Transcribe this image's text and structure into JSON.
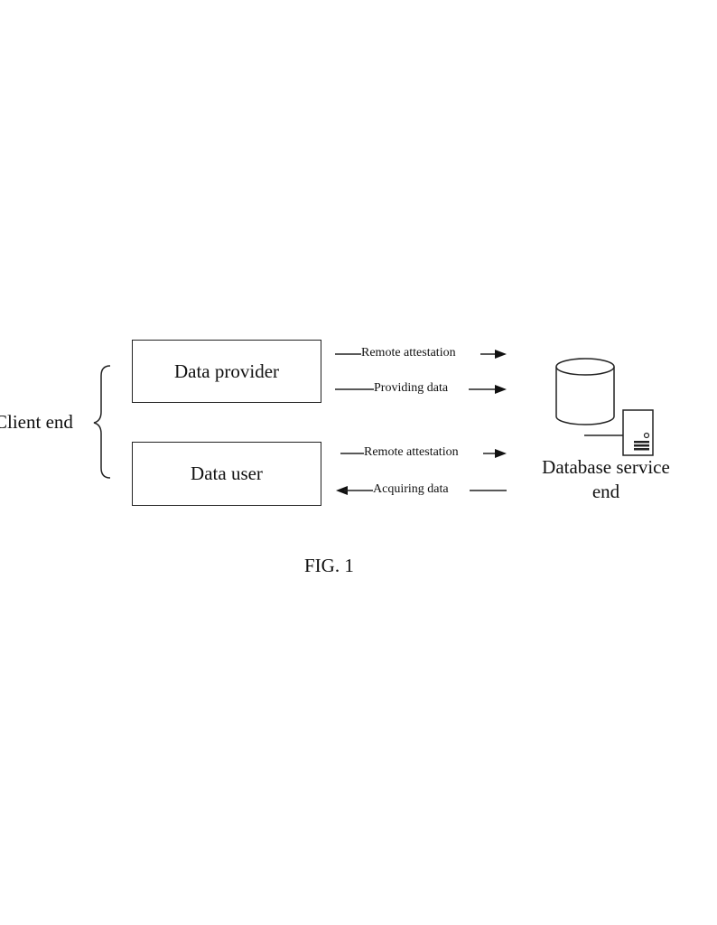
{
  "figure": {
    "caption": "FIG. 1"
  },
  "client": {
    "group_label": "Client end",
    "provider_label": "Data provider",
    "user_label": "Data user"
  },
  "server": {
    "label_line1": "Database service",
    "label_line2": "end"
  },
  "arrows": [
    {
      "label": "Remote attestation",
      "direction": "right",
      "from": "Data provider",
      "to": "Database service end"
    },
    {
      "label": "Providing data",
      "direction": "right",
      "from": "Data provider",
      "to": "Database service end"
    },
    {
      "label": "Remote attestation",
      "direction": "right",
      "from": "Data user",
      "to": "Database service end"
    },
    {
      "label": "Acquiring data",
      "direction": "left",
      "from": "Database service end",
      "to": "Data user"
    }
  ]
}
